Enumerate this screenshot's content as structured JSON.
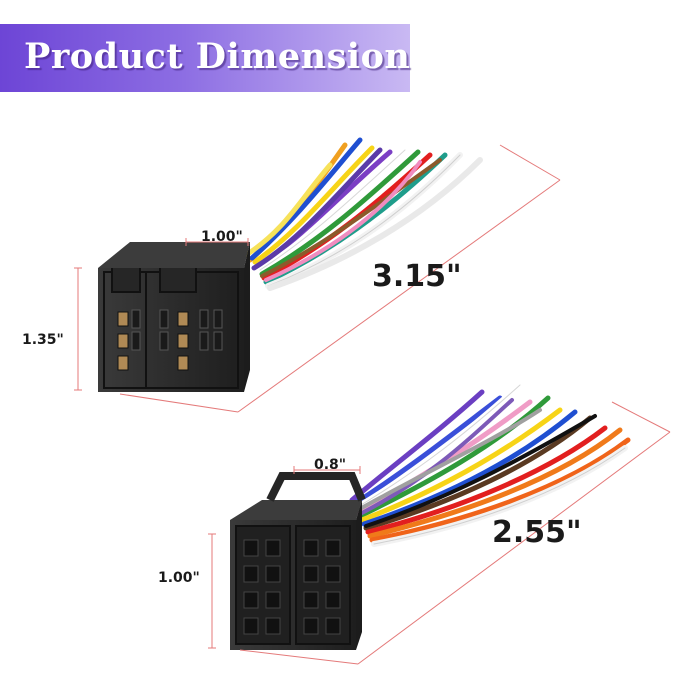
{
  "banner": {
    "title": "Product Dimension"
  },
  "top_connector": {
    "width_label": "1.00\"",
    "height_label": "1.35\"",
    "length_label": "3.15\""
  },
  "bottom_connector": {
    "width_label": "0.8\"",
    "height_label": "1.00\"",
    "length_label": "2.55\""
  },
  "colors": {
    "banner_start": "#6d45d6",
    "banner_end": "#c9b9f3",
    "dimension_line": "#e47a7a",
    "connector_body": "#2b2b2b"
  },
  "wire_colors": [
    "purple",
    "blue",
    "white",
    "green",
    "yellow",
    "orange",
    "red",
    "brown",
    "pink",
    "gray",
    "black"
  ]
}
